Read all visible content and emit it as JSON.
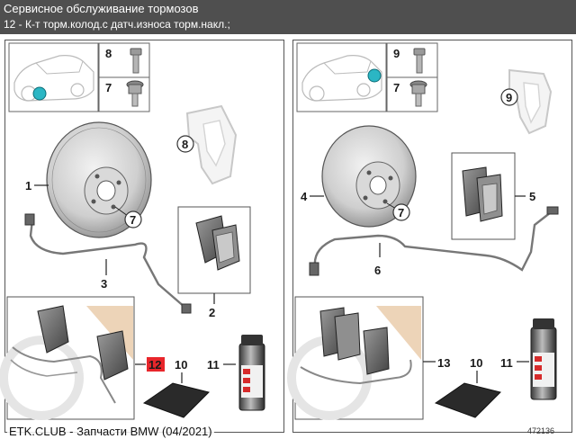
{
  "header": {
    "title": "Сервисное обслуживание тормозов",
    "subtitle": "12 - К-т торм.колод.с датч.износа торм.накл.;"
  },
  "left_panel": {
    "labels": {
      "fastener_top": "8",
      "fastener_bottom": "7",
      "disc": "1",
      "disc_bolt": "7",
      "caliper_carrier": "8",
      "pad_set": "2",
      "sensor": "3",
      "kit": "12",
      "grease": "10",
      "spray": "11"
    }
  },
  "right_panel": {
    "labels": {
      "fastener_top": "9",
      "fastener_bottom": "7",
      "caliper_carrier": "9",
      "disc": "4",
      "disc_bolt": "7",
      "pad_set": "5",
      "sensor": "6",
      "kit": "13",
      "grease": "10",
      "spray": "11"
    }
  },
  "colors": {
    "header_bg": "#4f4f4f",
    "kit_highlight": "#e8262b",
    "locator_dot": "#2bb6c4",
    "watermark_tan": "#e9c9a6"
  },
  "footer": {
    "brand": "ETK.CLUB - Запчасти BMW (04/2021)",
    "diagram_number": "472136"
  }
}
